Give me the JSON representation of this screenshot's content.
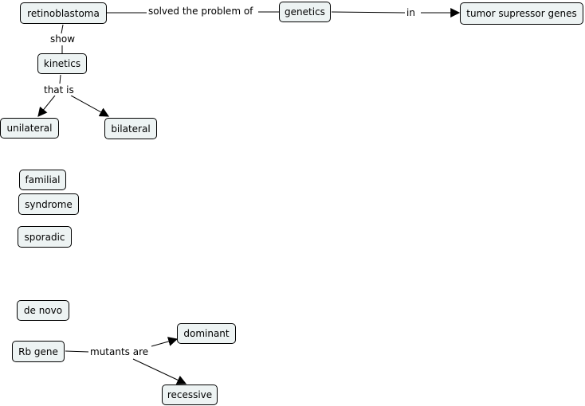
{
  "nodes": {
    "retinoblastoma": "retinoblastoma",
    "genetics": "genetics",
    "tumor_suppressor_genes": "tumor supressor genes",
    "kinetics": "kinetics",
    "unilateral": "unilateral",
    "bilateral": "bilateral",
    "familial": "familial",
    "syndrome": "syndrome",
    "sporadic": "sporadic",
    "de_novo": "de novo",
    "rb_gene": "Rb gene",
    "dominant": "dominant",
    "recessive": "recessive"
  },
  "links": {
    "solved_the_problem_of": "solved the problem of",
    "in": "in",
    "show": "show",
    "that_is": "that is",
    "mutants_are": "mutants are"
  },
  "colors": {
    "node_fill": "#edf3f3",
    "node_border": "#000000",
    "line": "#000000",
    "background": "#ffffff"
  }
}
